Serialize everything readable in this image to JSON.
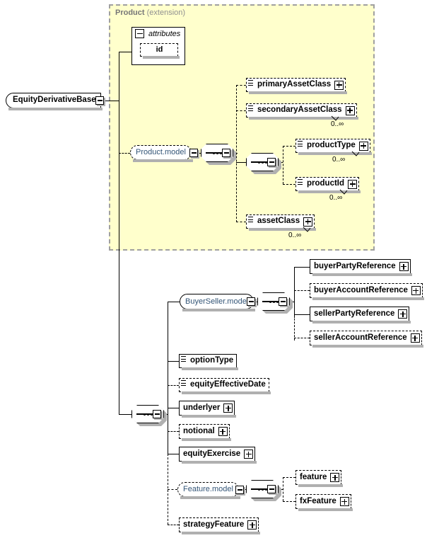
{
  "diagram": {
    "type": "xsd-schema-diagram",
    "root": {
      "label": "EquityDerivativeBase",
      "expander": "minus-icon"
    },
    "extension_region": {
      "title_name": "Product",
      "title_kind": "(extension)",
      "background_color": "#ffffcc",
      "border_color": "#a0a0a0"
    },
    "attributes_group": {
      "label": "attributes",
      "expander": "minus-icon",
      "items": [
        {
          "label": "id",
          "style": "optional"
        }
      ]
    },
    "product_model": {
      "label": "Product.model",
      "expander": "minus-icon",
      "compositor": "sequence",
      "children": [
        {
          "label": "primaryAssetClass",
          "style": "optional",
          "expander": "plus-icon",
          "occurs": "",
          "element_glyph": "element-icon"
        },
        {
          "label": "secondaryAssetClass",
          "style": "optional",
          "expander": "plus-icon",
          "occurs": "0..∞",
          "element_glyph": "element-icon"
        },
        {
          "label": "assetClass",
          "style": "optional",
          "expander": "plus-icon",
          "occurs": "0..∞",
          "element_glyph": "element-icon"
        }
      ],
      "inner_sequence": {
        "compositor": "sequence",
        "children": [
          {
            "label": "productType",
            "style": "optional",
            "expander": "plus-icon",
            "occurs": "0..∞",
            "element_glyph": "element-icon"
          },
          {
            "label": "productId",
            "style": "optional",
            "expander": "plus-icon",
            "occurs": "0..∞",
            "element_glyph": "element-icon"
          }
        ]
      }
    },
    "buyer_seller_model": {
      "label": "BuyerSeller.model",
      "expander": "minus-icon",
      "compositor": "sequence",
      "children": [
        {
          "label": "buyerPartyReference",
          "style": "required",
          "expander": "plus-icon"
        },
        {
          "label": "buyerAccountReference",
          "style": "optional",
          "expander": "plus-icon"
        },
        {
          "label": "sellerPartyReference",
          "style": "required",
          "expander": "plus-icon"
        },
        {
          "label": "sellerAccountReference",
          "style": "optional",
          "expander": "plus-icon"
        }
      ]
    },
    "feature_model": {
      "label": "Feature.model",
      "expander": "minus-icon",
      "compositor": "sequence",
      "children": [
        {
          "label": "feature",
          "style": "optional",
          "expander": "plus-icon"
        },
        {
          "label": "fxFeature",
          "style": "optional",
          "expander": "plus-icon"
        }
      ]
    },
    "main_sequence": {
      "compositor": "sequence",
      "children": [
        {
          "label": "optionType",
          "style": "required",
          "expander": "none",
          "element_glyph": "element-icon"
        },
        {
          "label": "equityEffectiveDate",
          "style": "optional",
          "expander": "none",
          "element_glyph": "element-icon"
        },
        {
          "label": "underlyer",
          "style": "required",
          "expander": "plus-icon"
        },
        {
          "label": "notional",
          "style": "optional",
          "expander": "plus-icon"
        },
        {
          "label": "equityExercise",
          "style": "required",
          "expander": "plus-icon"
        },
        {
          "label": "strategyFeature",
          "style": "optional",
          "expander": "plus-icon"
        }
      ]
    }
  }
}
